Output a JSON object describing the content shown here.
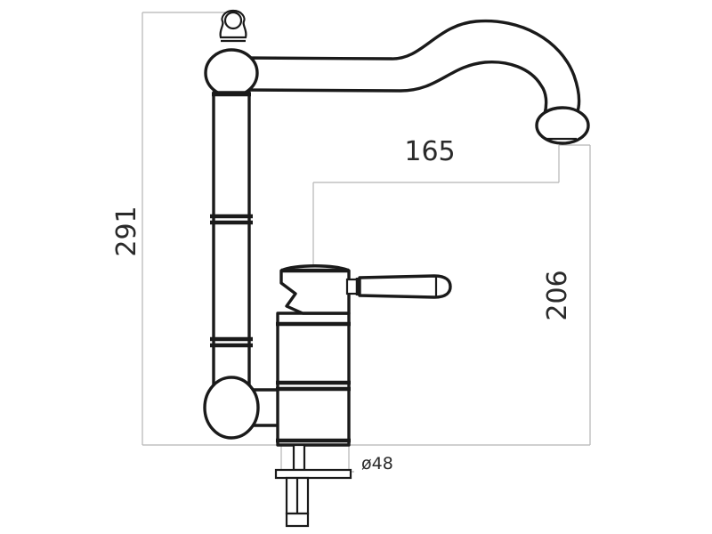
{
  "drawing": {
    "dimensions": {
      "total_height": "291",
      "spout_reach": "165",
      "spout_height": "206",
      "base_diameter": "ø48"
    },
    "colors": {
      "line": "#1a1a1a",
      "dimension_line": "#b5b5b5",
      "background": "#ffffff"
    }
  }
}
